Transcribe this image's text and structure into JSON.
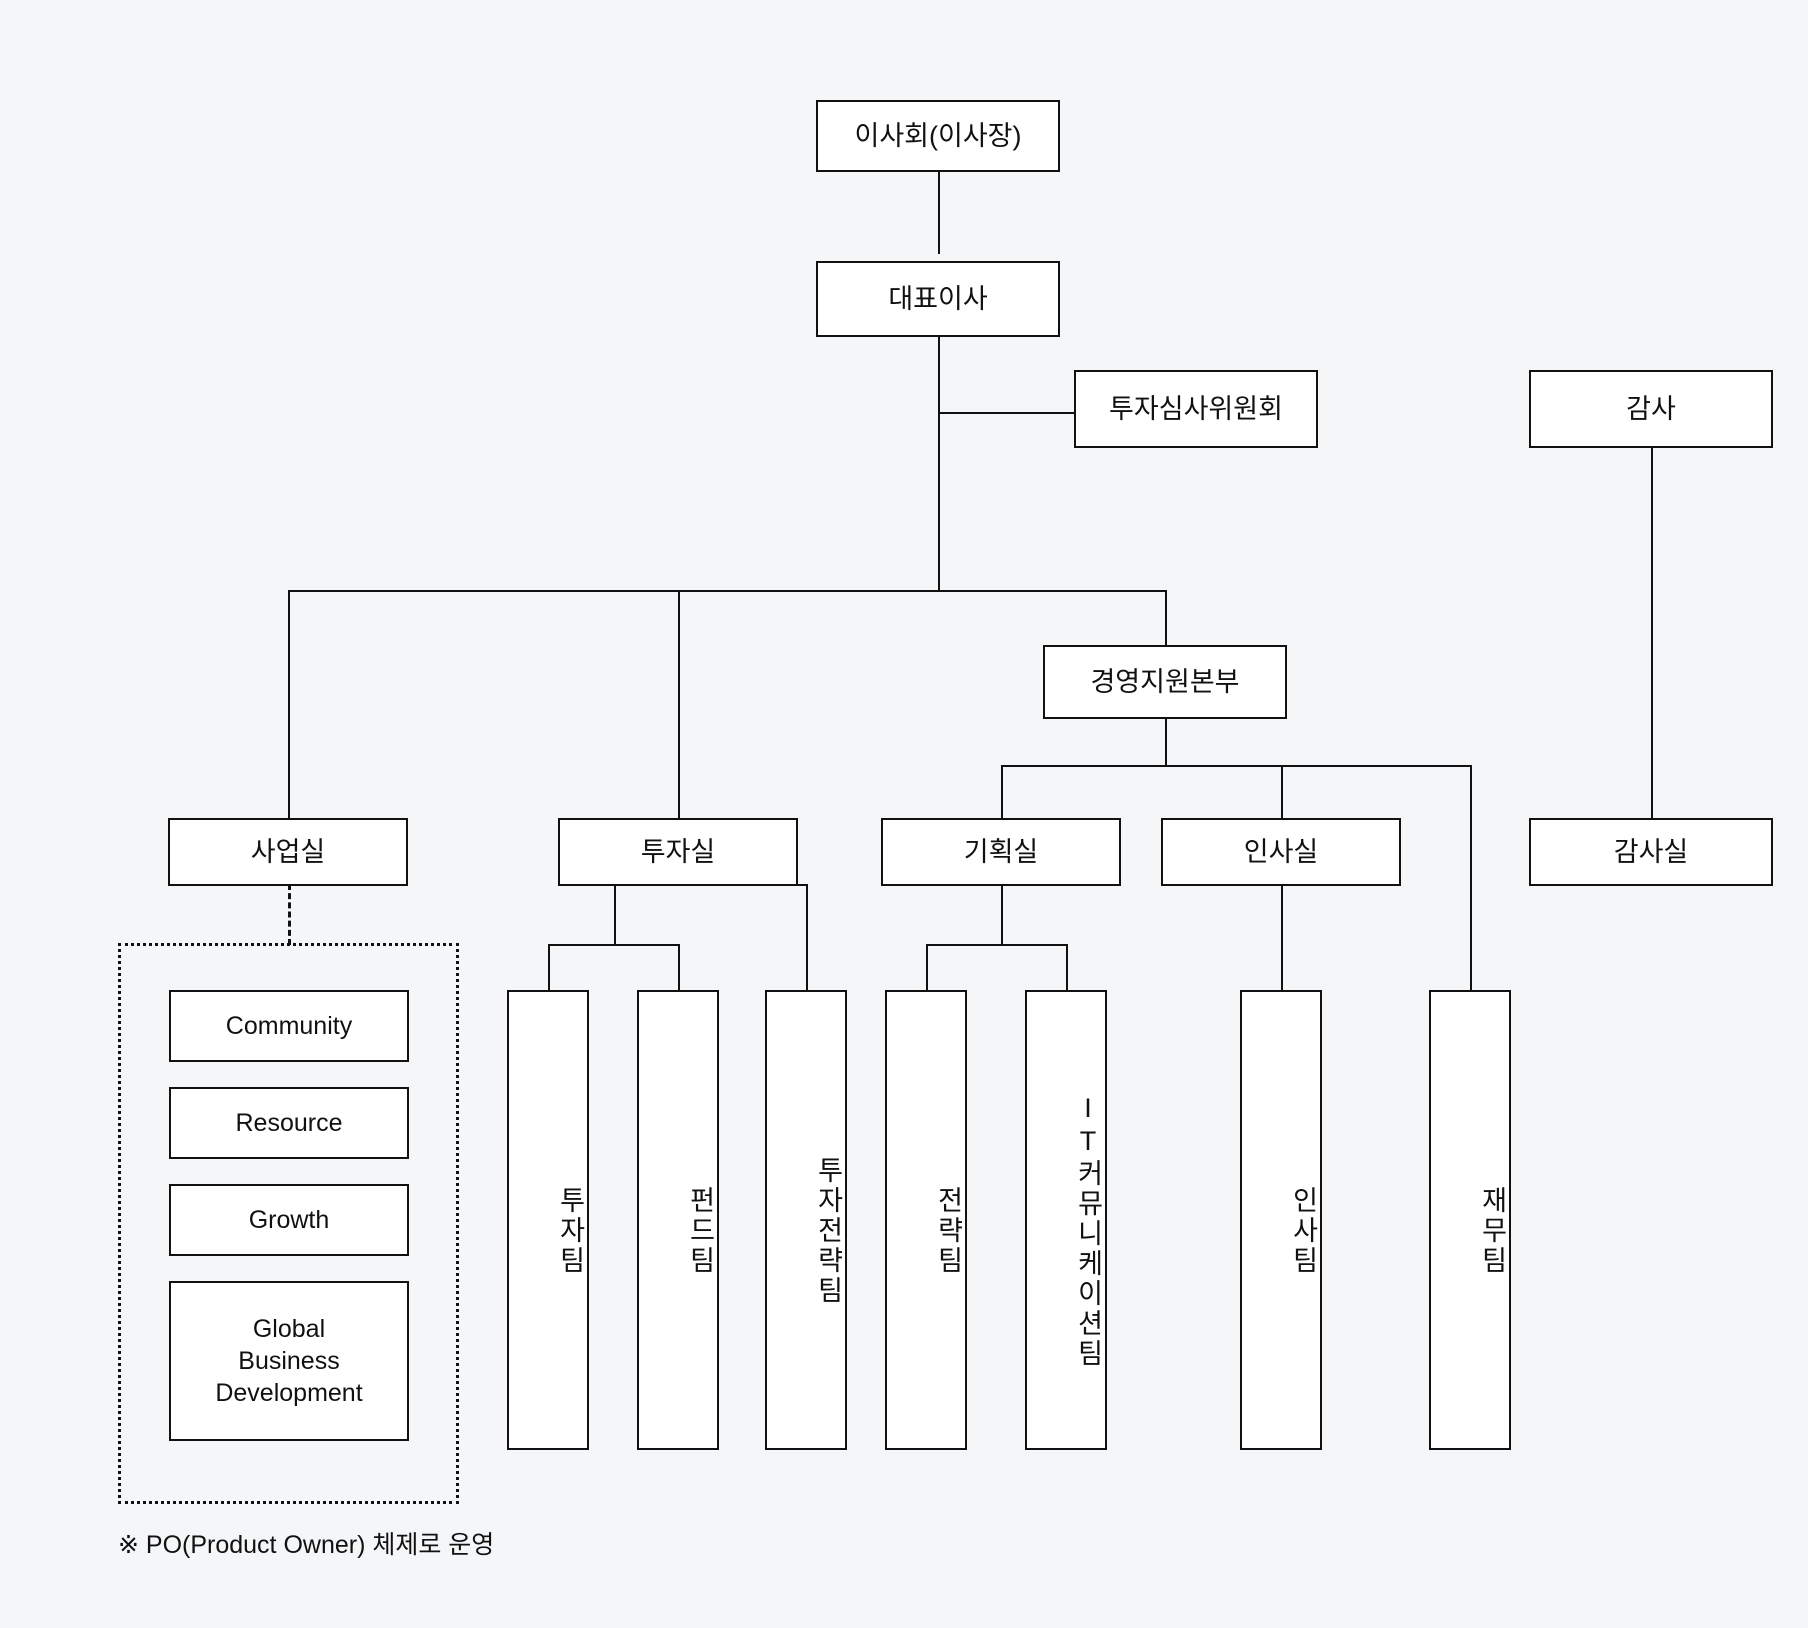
{
  "diagram": {
    "title_note": "Organization Chart",
    "background_color": "#f4f6f8",
    "line_color": "#111111",
    "box_fill": "#ffffff"
  },
  "nodes": {
    "board": {
      "label": "이사회(이사장)"
    },
    "ceo": {
      "label": "대표이사"
    },
    "investment_committee": {
      "label": "투자심사위원회"
    },
    "auditor": {
      "label": "감사"
    },
    "management_support_hq": {
      "label": "경영지원본부"
    },
    "business_office": {
      "label": "사업실"
    },
    "investment_office": {
      "label": "투자실"
    },
    "planning_office": {
      "label": "기획실"
    },
    "hr_office": {
      "label": "인사실"
    },
    "audit_office": {
      "label": "감사실"
    }
  },
  "po_group": {
    "items": [
      {
        "label": "Community"
      },
      {
        "label": "Resource"
      },
      {
        "label": "Growth"
      },
      {
        "label": "Global\nBusiness\nDevelopment"
      }
    ]
  },
  "teams": {
    "investment_team": {
      "label": "투자팀"
    },
    "fund_team": {
      "label": "펀드팀"
    },
    "investment_strategy_team": {
      "label": "투자전략팀"
    },
    "strategy_team": {
      "label": "전략팀"
    },
    "it_communication_team": {
      "label": "IT커뮤니케이션팀"
    },
    "hr_team": {
      "label": "인사팀"
    },
    "finance_team": {
      "label": "재무팀"
    }
  },
  "footnote": {
    "text": "※ PO(Product Owner) 체제로 운영"
  }
}
